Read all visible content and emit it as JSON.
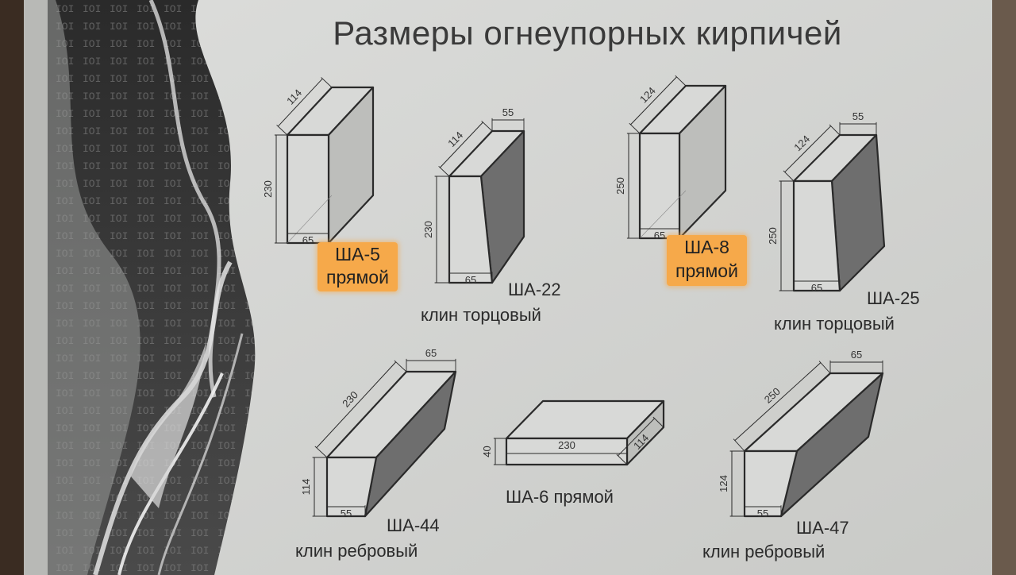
{
  "title": "Размеры огнеупорных кирпичей",
  "bricks": [
    {
      "code": "ША-5",
      "type": "прямой",
      "dims": [
        "114",
        "230",
        "65"
      ]
    },
    {
      "code": "ША-22",
      "type": "клин торцовый",
      "dims": [
        "55",
        "114",
        "230",
        "65"
      ]
    },
    {
      "code": "ША-8",
      "type": "прямой",
      "dims": [
        "124",
        "250",
        "65"
      ]
    },
    {
      "code": "ША-25",
      "type": "клин торцовый",
      "dims": [
        "55",
        "124",
        "250",
        "65"
      ]
    },
    {
      "code": "ША-44",
      "type": "клин ребровый",
      "dims": [
        "65",
        "230",
        "114",
        "55"
      ]
    },
    {
      "code": "ША-6 прямой",
      "dims": [
        "40",
        "230",
        "114"
      ]
    },
    {
      "code": "ША-47",
      "type": "клин ребровый",
      "dims": [
        "65",
        "250",
        "124",
        "55"
      ]
    }
  ],
  "colors": {
    "board": "#d3d4d2",
    "highlight": "#f6a94a",
    "line": "#2a2a2a",
    "shade": "#6e6e6e"
  }
}
